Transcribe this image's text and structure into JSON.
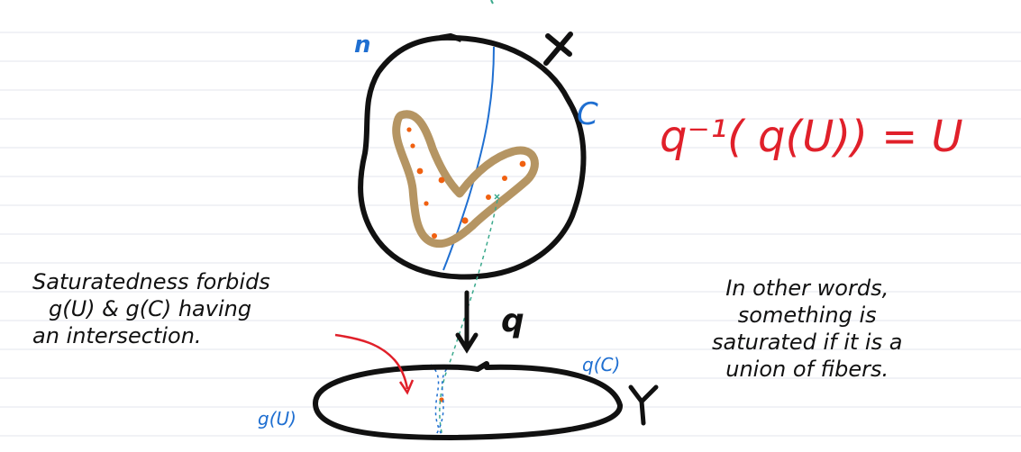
{
  "labels": {
    "x": "X",
    "y": "Y",
    "c": "C",
    "u_mark": "n",
    "map": "q",
    "gc": "q(C)",
    "gu": "g(U)",
    "equation": "q⁻¹( q(U)) = U"
  },
  "notes": {
    "left": [
      "Saturatedness forbids",
      "g(U) & g(C) having",
      "an intersection."
    ],
    "right": [
      "In other words,",
      "something is",
      "saturated if it is a",
      "union of fibers."
    ]
  },
  "colors": {
    "ink": "#111111",
    "blue": "#1f6fd1",
    "red": "#e0202a",
    "tan": "#b59563",
    "orange": "#f06010",
    "teal": "#3aa98c",
    "rule": "#e3e6ee"
  }
}
